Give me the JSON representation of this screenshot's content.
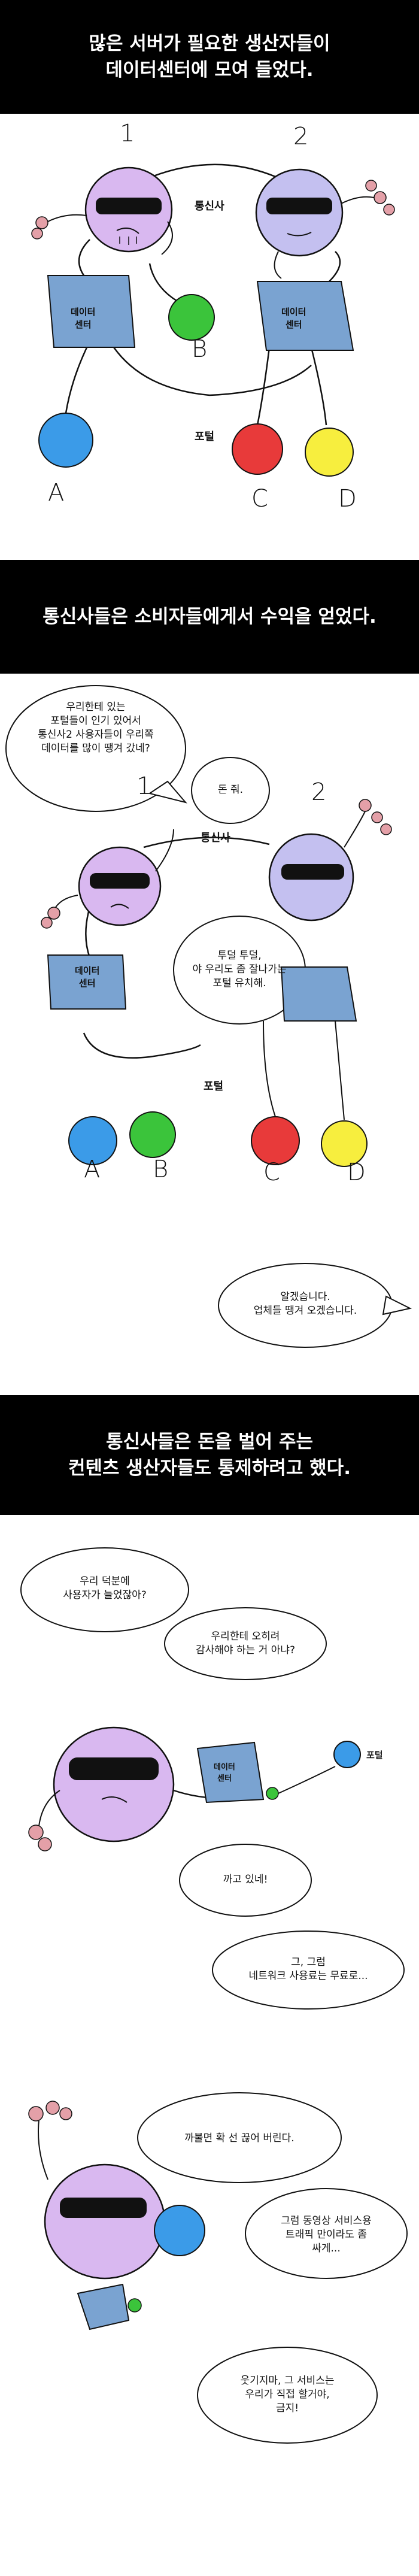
{
  "captions": [
    {
      "line1": "많은 서버가 필요한 생산자들이",
      "line2": "데이터센터에 모여 들었다."
    },
    {
      "line1": "통신사들은 소비자들에게서 수익을 얻었다.",
      "line2": ""
    },
    {
      "line1": "통신사들은 돈을 벌어 주는",
      "line2": "컨텐츠 생산자들도 통제하려고 했다."
    }
  ],
  "panel1": {
    "isp_label": "통신사",
    "portal_label": "포털",
    "datacenter_left": "데이터\n센터",
    "datacenter_right": "데이터\n센터",
    "num1": "1",
    "num2": "2",
    "consumers": [
      "A",
      "B",
      "C",
      "D"
    ]
  },
  "panel2": {
    "bubble1": "우리한테 있는\n포털들이 인기 있어서\n통신사2 사용자들이 우리쪽\n데이터를 많이 땡겨 갔네?",
    "bubble2": "돈 줘.",
    "bubble3": "투덜 투덜,\n야 우리도 좀 잘나가는\n포털 유치해.",
    "bubble4": "알겠습니다.\n업체들 땡겨 오겠습니다.",
    "isp_label": "통신사",
    "portal_label": "포털",
    "datacenter": "데이터\n센터",
    "num1": "1",
    "num2": "2",
    "consumers": [
      "A",
      "B",
      "C",
      "D"
    ]
  },
  "panel3": {
    "bubble1": "우리 덕분에\n사용자가 늘었잖아?",
    "bubble2": "우리한테 오히려\n감사해야 하는 거 아냐?",
    "bubble3": "까고 있네!",
    "bubble4": "그, 그럼\n네트워크 사용료는 무료로...",
    "bubble5": "까불면 확 선 끊어 버린다.",
    "bubble6": "그럼 동영상 서비스용\n트래픽 만이라도 좀\n싸게...",
    "bubble7": "웃기지마, 그 서비스는\n우리가 직접 할거야,\n금지!",
    "datacenter": "데이터\n센터",
    "portal_label": "포털"
  },
  "colors": {
    "black": "#000000",
    "purple": "#d9b8f0",
    "lavender": "#c4c0f0",
    "blue_dc": "#7aa3d1",
    "green": "#3bc43b",
    "blue": "#3b9be8",
    "red": "#e83a3a",
    "yellow": "#f7ee3e",
    "pink": "#e4a0a8"
  }
}
